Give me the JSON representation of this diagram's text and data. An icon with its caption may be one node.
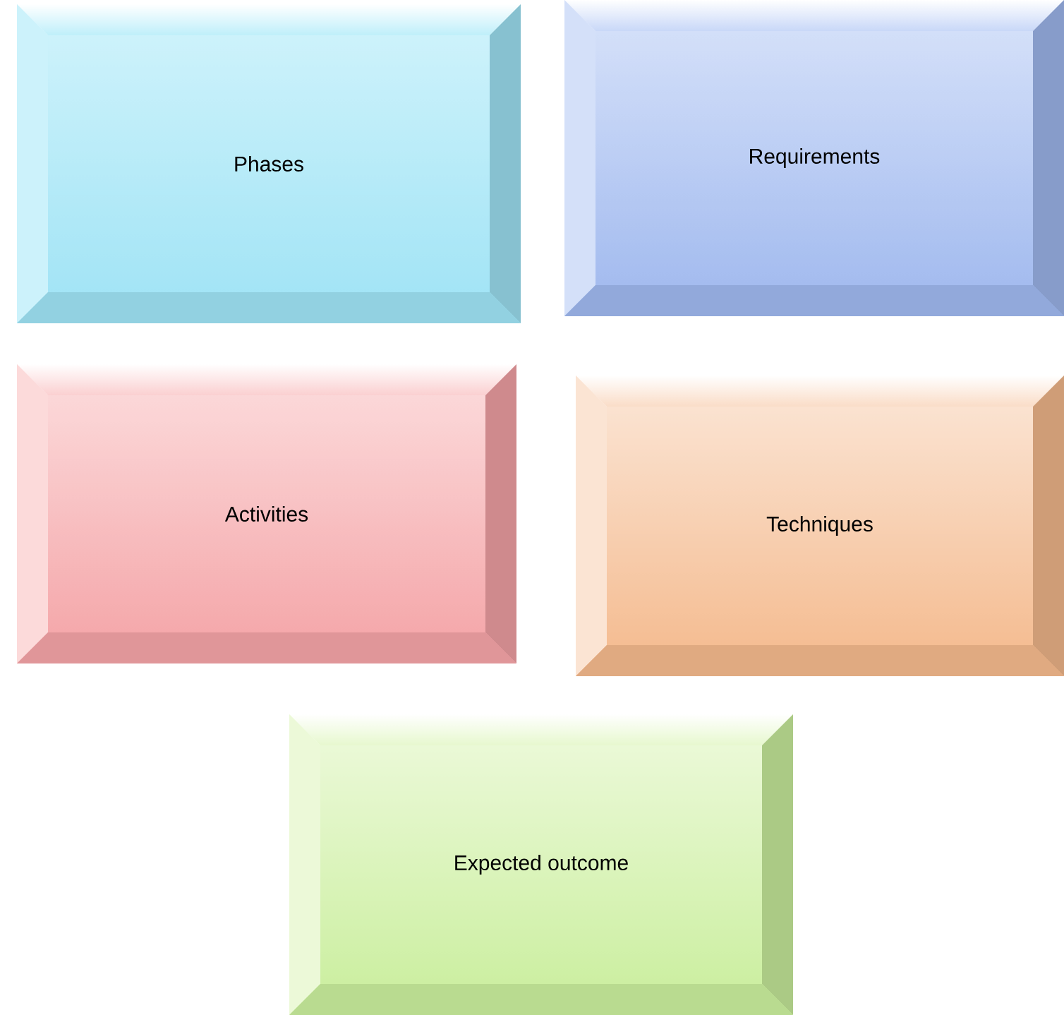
{
  "diagram": {
    "nodes": [
      {
        "text": [
          "Phases"
        ]
      },
      {
        "text": [
          "Requirements"
        ]
      },
      {
        "text": [
          "Activities"
        ]
      },
      {
        "text": [
          "Techniques"
        ]
      },
      {
        "text": [
          "Expected outcome"
        ]
      }
    ]
  }
}
